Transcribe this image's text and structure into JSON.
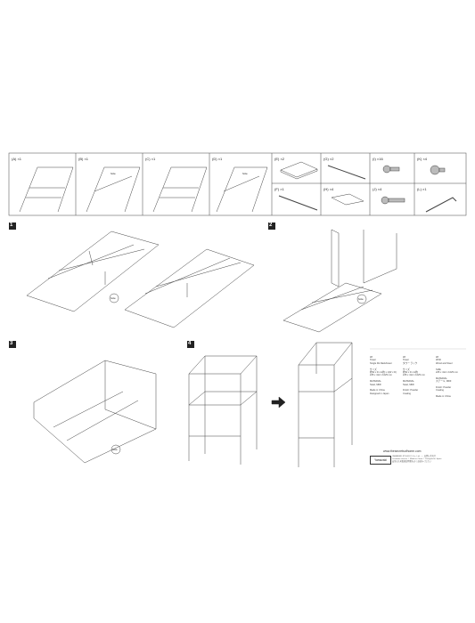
{
  "parts": [
    {
      "letter": "A",
      "qty": "×1"
    },
    {
      "letter": "B",
      "qty": "×1"
    },
    {
      "letter": "C",
      "qty": "×1"
    },
    {
      "letter": "D",
      "qty": "×1"
    },
    {
      "letter": "E",
      "qty": "×2"
    },
    {
      "letter": "G",
      "qty": "×2"
    },
    {
      "letter": "I",
      "qty": "×16"
    },
    {
      "letter": "K",
      "qty": "×4"
    },
    {
      "letter": "F",
      "qty": "×1"
    },
    {
      "letter": "H",
      "qty": "×4"
    },
    {
      "letter": "J",
      "qty": "×4"
    },
    {
      "letter": "L",
      "qty": "×1"
    }
  ],
  "hole_label": "hole",
  "steps": [
    "1",
    "2",
    "3",
    "4"
  ],
  "info_columns": [
    "Wi\nTower\nSingle Dk Rack/tower\n\nサイズ\n約W x D x H約 x 1(W x D)\n225 x 412 x 1025 mm\n\nMATERIAL\nSteel, MDF\n\nMade in China\nDesigned in Japan",
    "Wi\nTower\nタワー ラック\n\nサイズ\n約W x D x H約\n225 x 412 x 1025 mm\n\nMATERIAL\nSteel, MDF\n\nFinish: Powder\nCoating",
    "Wi\nWirth\nWood and Steel\n\nSIZE\n225 x 412 x 1025 mm\n\nMATERIAL\nスチール, MDF\n\nFinish: Powder\nCoating\n\nMade in China"
  ],
  "url": "www.thesecretsofhome.com",
  "logo": "Yamazaki",
  "fine_print": "YAMAZAKI JITSUGYO Co., Ltd.  —  お問い合わせ\nCustomer service  /  Made in China  /  Designed in Japan\n安全のため取扱説明書をよくお読みください"
}
